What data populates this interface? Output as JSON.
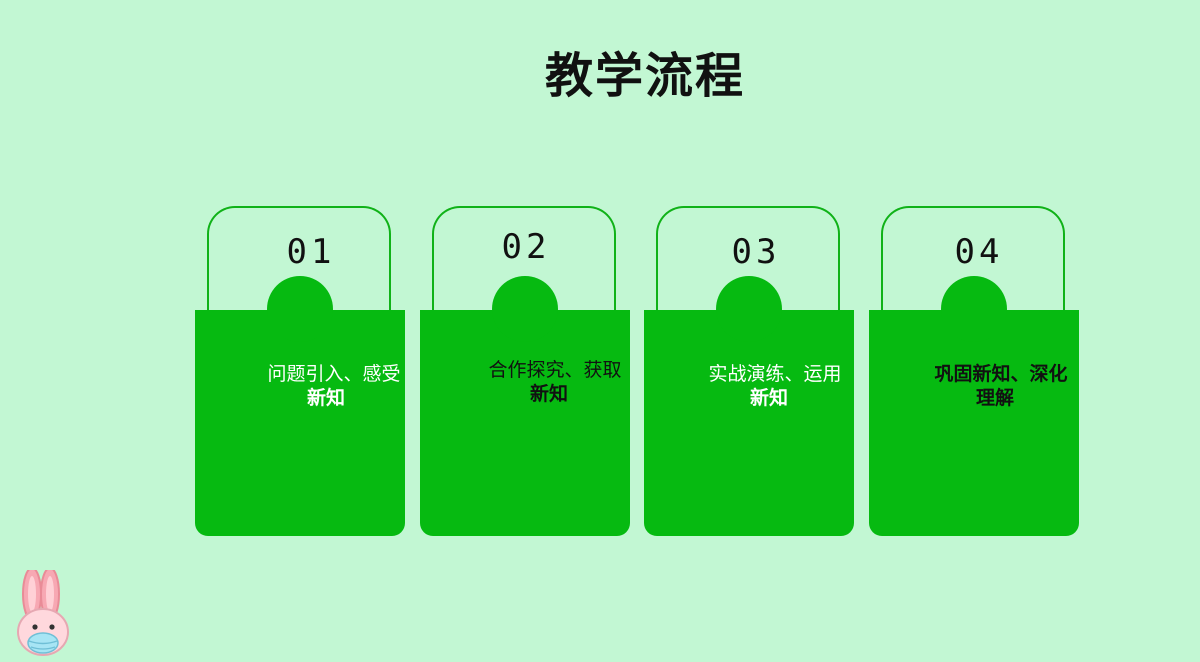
{
  "title": "教学流程",
  "steps": [
    {
      "number": "01",
      "line1": "问题引入、感受",
      "line2": "新知",
      "text_color": "#ffffff"
    },
    {
      "number": "02",
      "line1": "合作探究、获取",
      "line2": "新知",
      "text_color": "#111111"
    },
    {
      "number": "03",
      "line1": "实战演练、运用",
      "line2": "新知",
      "text_color": "#ffffff"
    },
    {
      "number": "04",
      "line1": "巩固新知、深化",
      "line2": "理解",
      "text_color": "#111111"
    }
  ],
  "colors": {
    "background": "#c2f7d3",
    "card_fill": "#06ba11",
    "card_outline": "#10b218"
  },
  "mascot": {
    "icon": "rabbit-mascot-icon"
  }
}
